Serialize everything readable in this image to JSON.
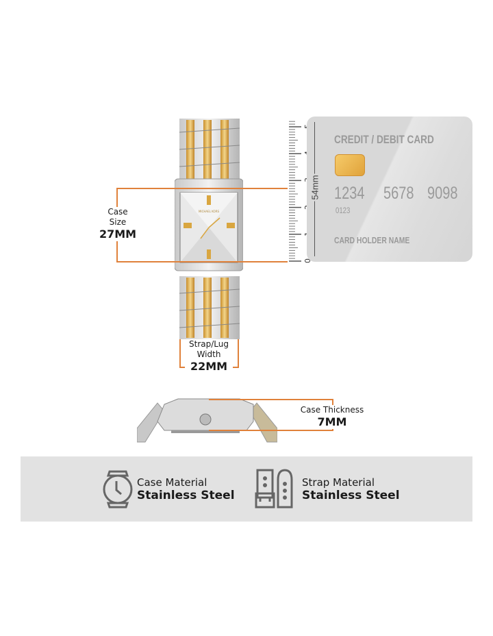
{
  "case_size": {
    "label": "Case Size",
    "value": "27MM"
  },
  "strap_width": {
    "label": "Strap/Lug Width",
    "value": "22MM"
  },
  "case_thickness": {
    "label": "Case Thickness",
    "value": "7MM"
  },
  "ruler": {
    "ticks": [
      "0",
      "1",
      "2",
      "3",
      "4",
      "5"
    ],
    "dimension": "54mm"
  },
  "card": {
    "title": "CREDIT / DEBIT CARD",
    "number": [
      "1234",
      "5678",
      "9098"
    ],
    "code": "0123",
    "holder": "CARD HOLDER NAME"
  },
  "watch": {
    "brand": "MICHAEL KORS"
  },
  "materials": [
    {
      "label": "Case Material",
      "value": "Stainless Steel",
      "icon": "watch-icon"
    },
    {
      "label": "Strap Material",
      "value": "Stainless Steel",
      "icon": "strap-icon"
    }
  ],
  "colors": {
    "accent": "#e0813a",
    "band": "#e2e2e2",
    "gold": "#d9a640"
  }
}
